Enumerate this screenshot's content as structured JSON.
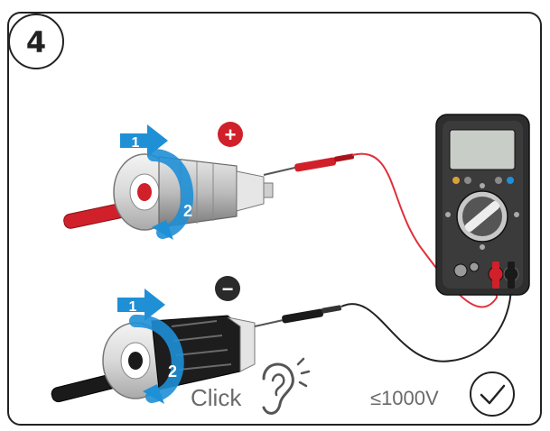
{
  "step": {
    "number": "4"
  },
  "arrows": {
    "push_label": "1",
    "rotate_label": "2"
  },
  "polarity": {
    "positive_symbol": "+",
    "negative_symbol": "−"
  },
  "labels": {
    "click": "Click",
    "voltage": "≤1000V"
  },
  "colors": {
    "frame": "#222222",
    "accent_blue": "#1f8fd6",
    "probe_red": "#d0202a",
    "probe_black": "#1a1a1a",
    "meter_body": "#2e2e2e",
    "meter_screen": "#c9cdc8"
  },
  "icons": {
    "ear": "ear-icon",
    "check": "check-circle-icon",
    "plus": "plus-circle-icon",
    "minus": "minus-circle-icon"
  }
}
